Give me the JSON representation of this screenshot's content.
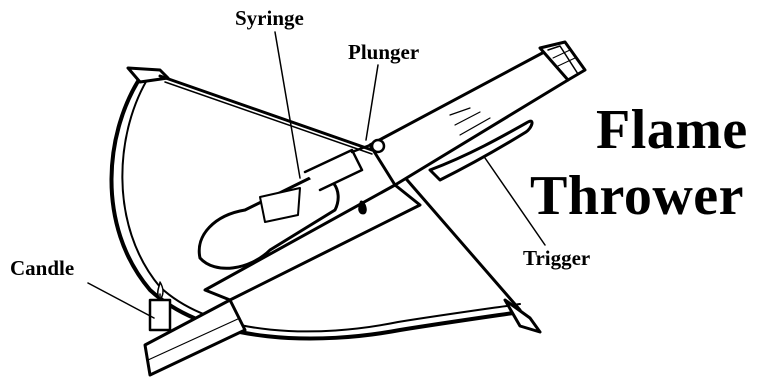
{
  "title": {
    "line1": "Flame",
    "line2": "Thrower"
  },
  "labels": {
    "syringe": "Syringe",
    "plunger": "Plunger",
    "candle": "Candle",
    "trigger": "Trigger"
  },
  "colors": {
    "ink": "#000000",
    "paper": "#ffffff"
  }
}
